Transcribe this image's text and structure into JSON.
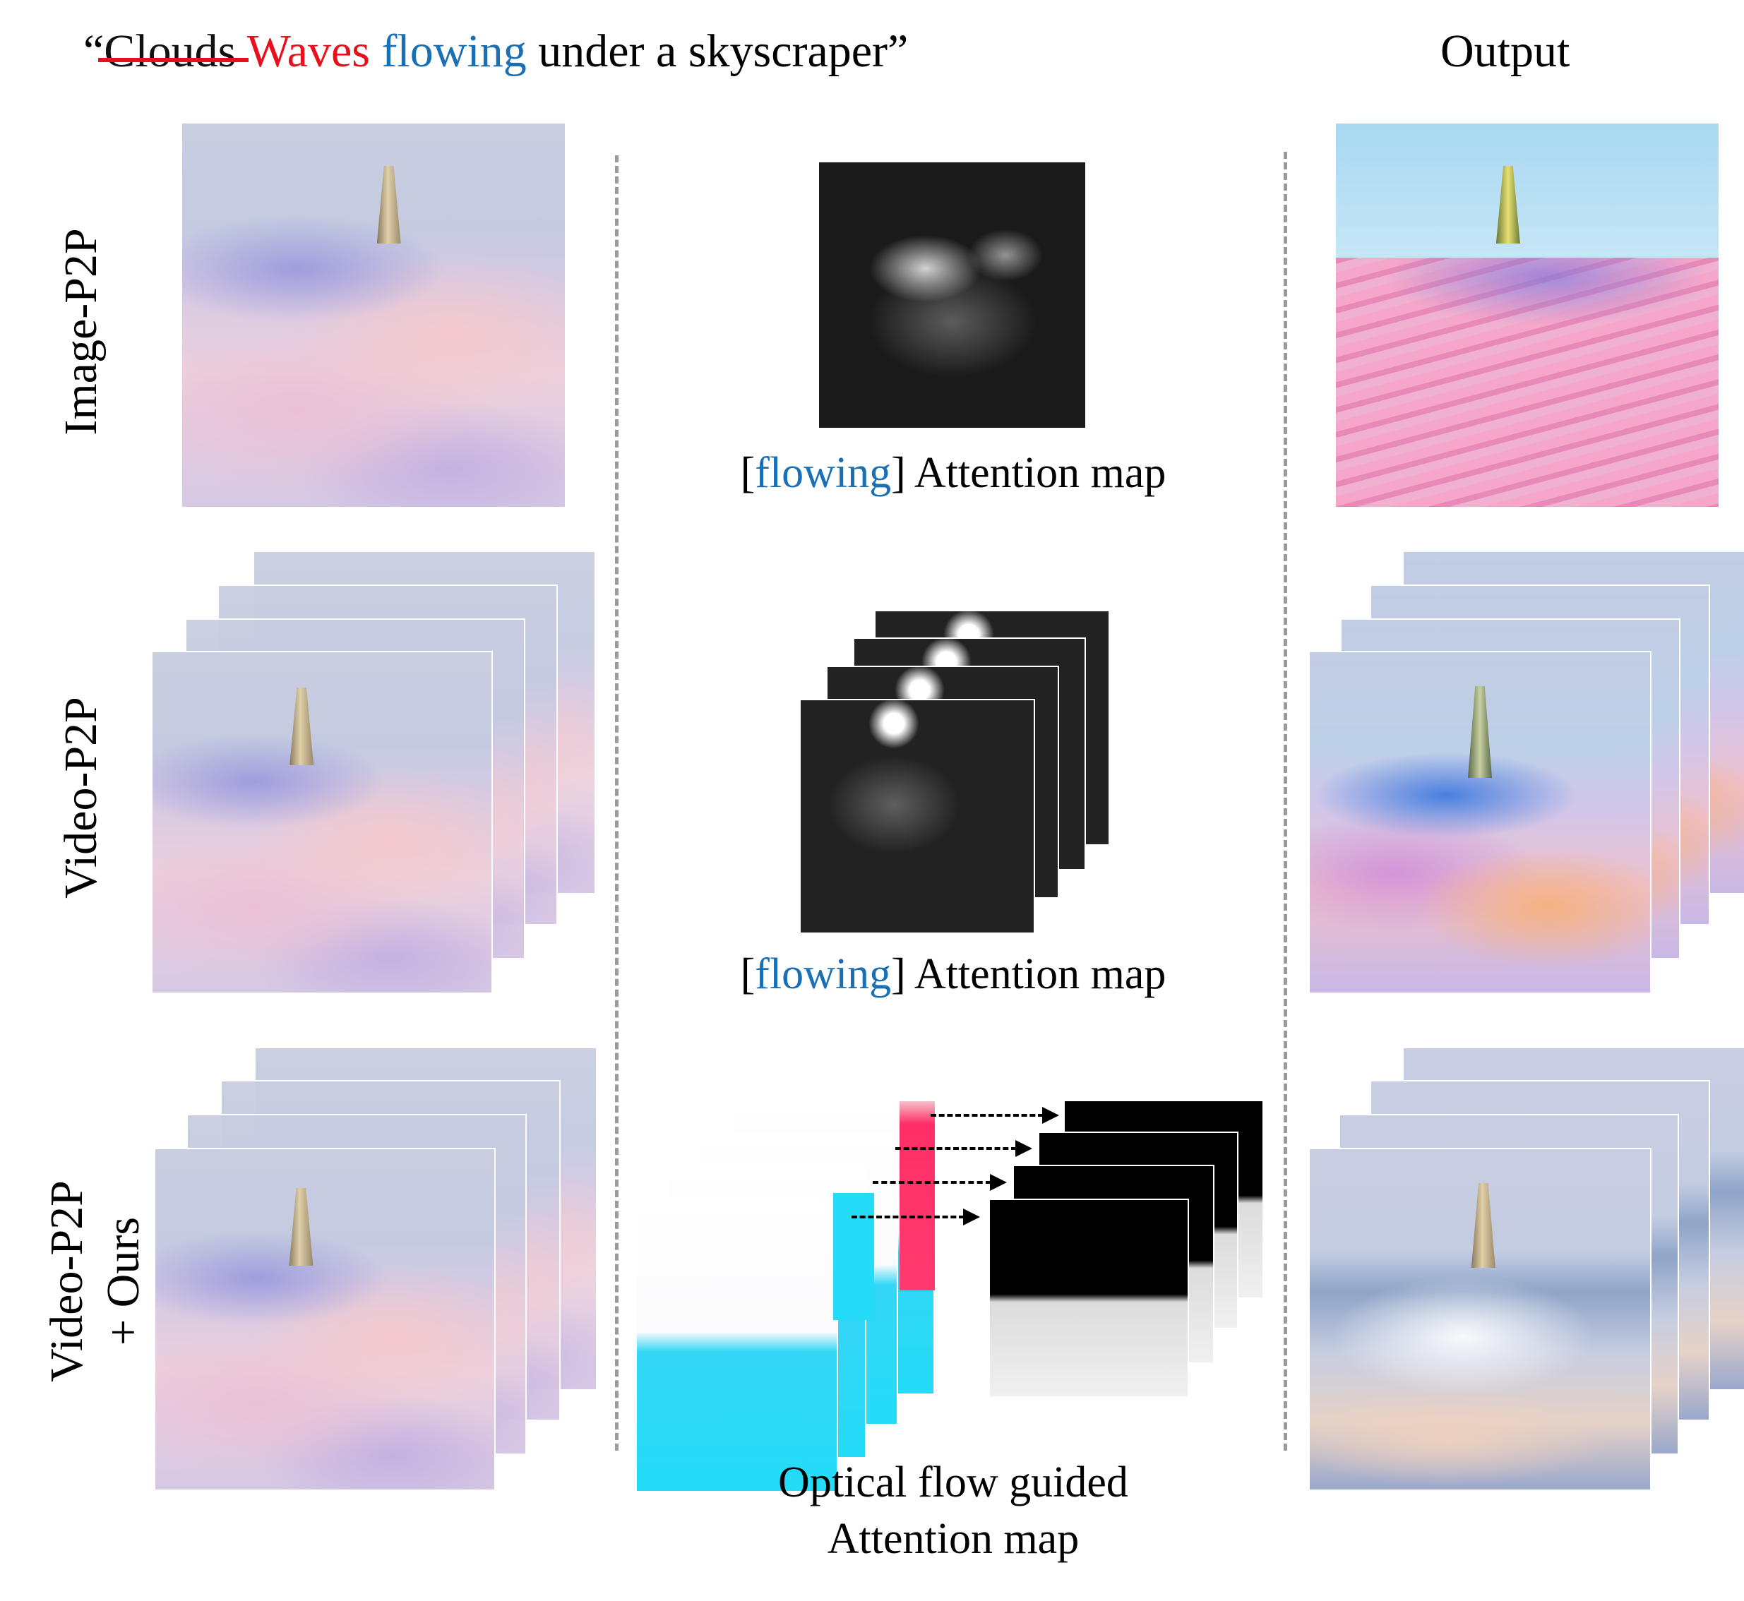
{
  "prompt": {
    "open_quote": "“",
    "struck_word": "Clouds",
    "replacement_word": "Waves",
    "attention_word": "flowing",
    "rest": "under a skyscraper”"
  },
  "headers": {
    "output": "Output"
  },
  "rows": {
    "row1": "Image-P2P",
    "row2": "Video-P2P",
    "row3_line1": "Video-P2P",
    "row3_line2": "+ Ours"
  },
  "captions": {
    "attn_open": "[",
    "attn_word": "flowing",
    "attn_rest": "] Attention map",
    "flow_line1": "Optical flow guided",
    "flow_line2": "Attention map"
  },
  "colors": {
    "strike": "#e8101c",
    "replacement": "#e8101c",
    "attention_word": "#1a6fb5",
    "divider": "#9a9a9a",
    "flow_cyan": "#24dcf8",
    "flow_pink": "#ff3a70"
  }
}
